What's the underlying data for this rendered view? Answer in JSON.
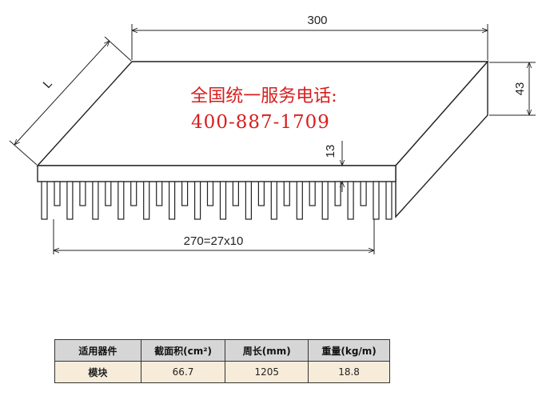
{
  "drawing": {
    "dimensions": {
      "length_label": "300",
      "height_label": "43",
      "depth_label": "L",
      "fin_height_label": "13",
      "fin_span_label": "270=27x10"
    },
    "hotline": {
      "line1": "全国统一服务电话:",
      "line2": "400-887-1709"
    },
    "colors": {
      "line": "#222222",
      "hotline": "#d81e1e",
      "header_bg": "#d6d6d6",
      "row_bg": "#f6ecd9"
    }
  },
  "table": {
    "headers": [
      "适用器件",
      "截面积(cm²)",
      "周长(mm)",
      "重量(kg/m)"
    ],
    "rows": [
      [
        "模块",
        "66.7",
        "1205",
        "18.8"
      ]
    ]
  }
}
